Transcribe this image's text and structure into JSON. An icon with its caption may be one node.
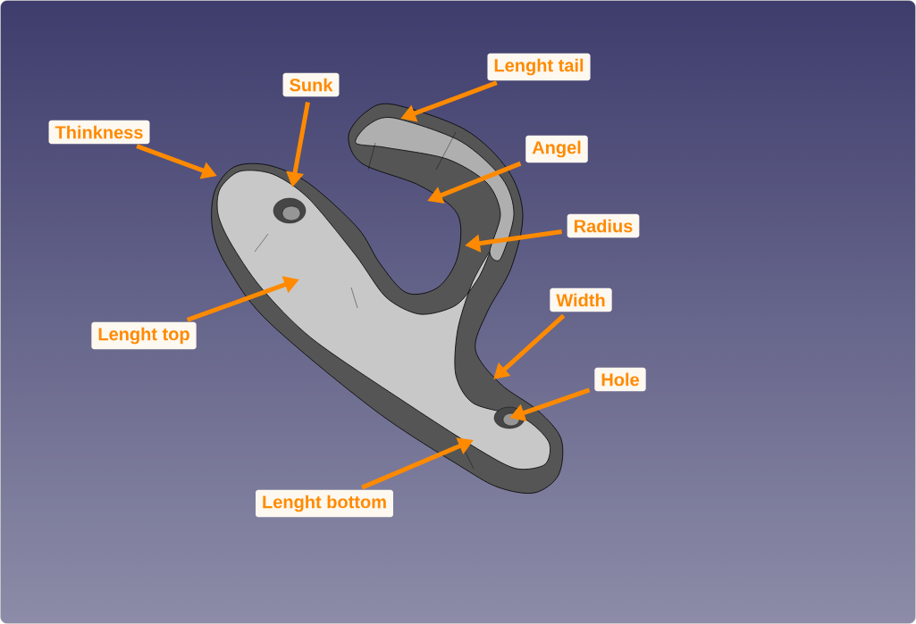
{
  "diagram": {
    "nodes": [
      {
        "text": [
          "Lenght tail"
        ]
      },
      {
        "text": [
          "Sunk"
        ]
      },
      {
        "text": [
          "Thinkness"
        ]
      },
      {
        "text": [
          "Angel"
        ]
      },
      {
        "text": [
          "Radius"
        ]
      },
      {
        "text": [
          "Width"
        ]
      },
      {
        "text": [
          "Lenght top"
        ]
      },
      {
        "text": [
          "Hole"
        ]
      },
      {
        "text": [
          "Lenght bottom"
        ]
      }
    ],
    "edges": [
      {
        "from": 0,
        "to": null,
        "arrow": "to"
      },
      {
        "from": 1,
        "to": null,
        "arrow": "to"
      },
      {
        "from": 2,
        "to": null,
        "arrow": "to"
      },
      {
        "from": 3,
        "to": null,
        "arrow": "to"
      },
      {
        "from": 4,
        "to": null,
        "arrow": "to"
      },
      {
        "from": 5,
        "to": null,
        "arrow": "to"
      },
      {
        "from": 6,
        "to": null,
        "arrow": "to"
      },
      {
        "from": 7,
        "to": null,
        "arrow": "to"
      },
      {
        "from": 8,
        "to": null,
        "arrow": "to"
      }
    ]
  }
}
